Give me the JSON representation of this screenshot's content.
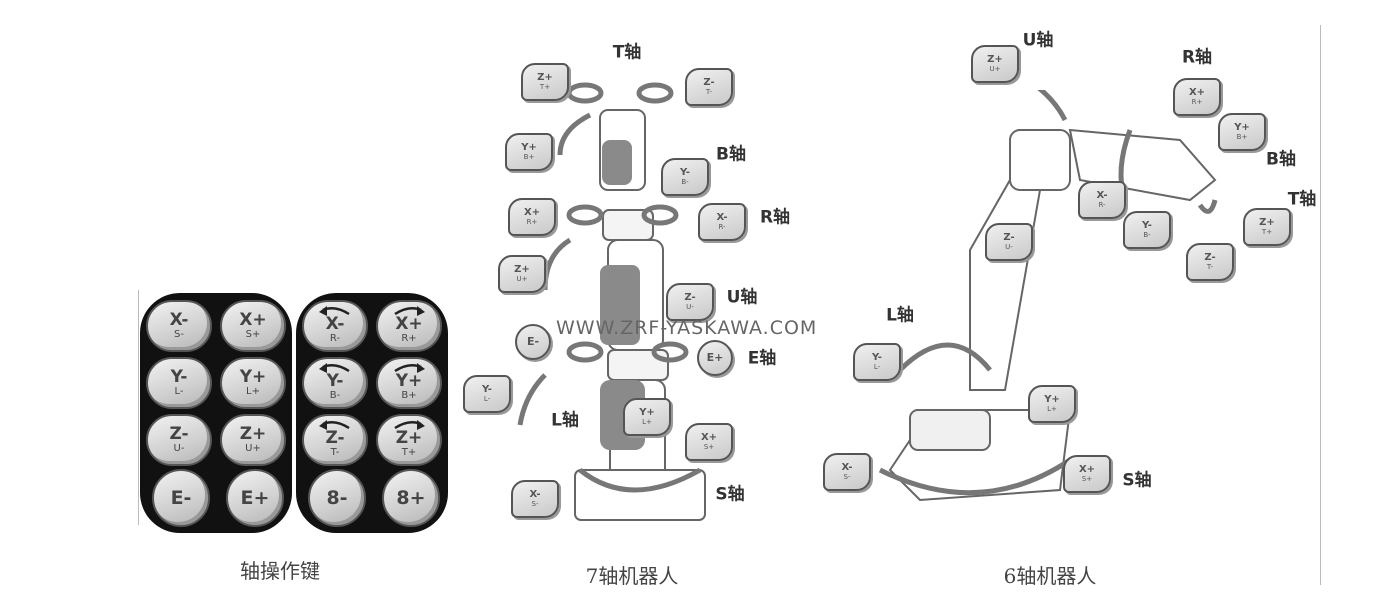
{
  "keypad": {
    "caption": "轴操作键",
    "left_keys": [
      {
        "main": "X-",
        "sub": "S-"
      },
      {
        "main": "X+",
        "sub": "S+"
      },
      {
        "main": "Y-",
        "sub": "L-"
      },
      {
        "main": "Y+",
        "sub": "L+"
      },
      {
        "main": "Z-",
        "sub": "U-"
      },
      {
        "main": "Z+",
        "sub": "U+"
      },
      {
        "main": "E-",
        "sub": ""
      },
      {
        "main": "E+",
        "sub": ""
      }
    ],
    "right_keys": [
      {
        "main": "X-",
        "sub": "R-"
      },
      {
        "main": "X+",
        "sub": "R+"
      },
      {
        "main": "Y-",
        "sub": "B-"
      },
      {
        "main": "Y+",
        "sub": "B+"
      },
      {
        "main": "Z-",
        "sub": "T-"
      },
      {
        "main": "Z+",
        "sub": "T+"
      },
      {
        "main": "8-",
        "sub": ""
      },
      {
        "main": "8+",
        "sub": ""
      }
    ]
  },
  "robot7": {
    "caption": "7轴机器人",
    "axis_labels": [
      "T轴",
      "B轴",
      "R轴",
      "U轴",
      "E轴",
      "L轴",
      "S轴"
    ],
    "keys": [
      {
        "main": "Z+",
        "sub": "T+"
      },
      {
        "main": "Z-",
        "sub": "T-"
      },
      {
        "main": "Y+",
        "sub": "B+"
      },
      {
        "main": "Y-",
        "sub": "B-"
      },
      {
        "main": "X+",
        "sub": "R+"
      },
      {
        "main": "X-",
        "sub": "R-"
      },
      {
        "main": "Z+",
        "sub": "U+"
      },
      {
        "main": "Z-",
        "sub": "U-"
      },
      {
        "main": "E-",
        "sub": ""
      },
      {
        "main": "E+",
        "sub": ""
      },
      {
        "main": "Y-",
        "sub": "L-"
      },
      {
        "main": "Y+",
        "sub": "L+"
      },
      {
        "main": "X+",
        "sub": "S+"
      },
      {
        "main": "X-",
        "sub": "S-"
      }
    ]
  },
  "robot6": {
    "caption": "6轴机器人",
    "axis_labels": [
      "U轴",
      "R轴",
      "B轴",
      "T轴",
      "L轴",
      "S轴"
    ],
    "keys": [
      {
        "main": "Z+",
        "sub": "U+"
      },
      {
        "main": "X+",
        "sub": "R+"
      },
      {
        "main": "Y+",
        "sub": "B+"
      },
      {
        "main": "Z+",
        "sub": "T+"
      },
      {
        "main": "X-",
        "sub": "R-"
      },
      {
        "main": "Y-",
        "sub": "B-"
      },
      {
        "main": "Z-",
        "sub": "T-"
      },
      {
        "main": "Z-",
        "sub": "U-"
      },
      {
        "main": "Y-",
        "sub": "L-"
      },
      {
        "main": "Y+",
        "sub": "L+"
      },
      {
        "main": "X-",
        "sub": "S-"
      },
      {
        "main": "X+",
        "sub": "S+"
      }
    ]
  },
  "watermark": "WWW.ZRF-YASKAWA.COM"
}
